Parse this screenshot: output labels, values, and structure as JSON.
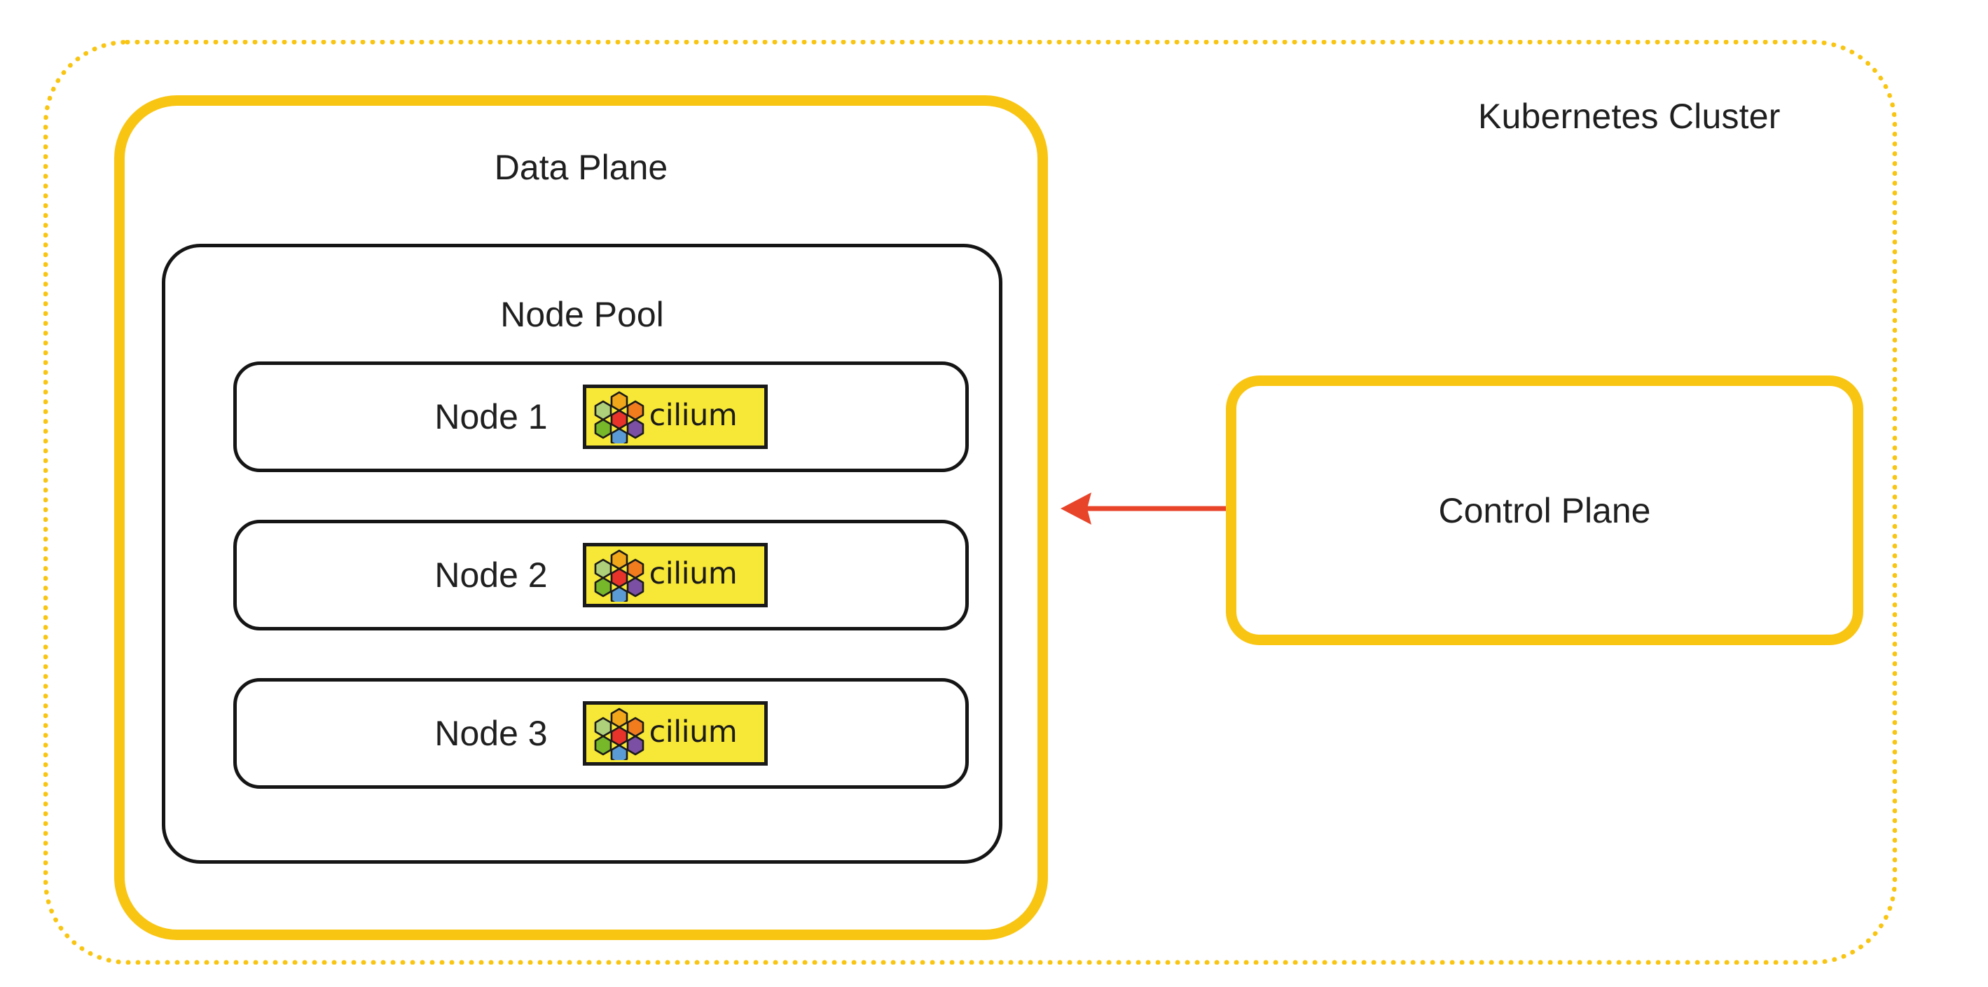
{
  "diagram": {
    "cluster": {
      "label": "Kubernetes Cluster",
      "border_color": "#F9C513",
      "border_style": "dotted"
    },
    "data_plane": {
      "label": "Data Plane",
      "border_color": "#F9C513"
    },
    "node_pool": {
      "label": "Node Pool",
      "border_color": "#151515"
    },
    "nodes": [
      {
        "label": "Node 1",
        "badge": {
          "text": "cilium",
          "background": "#F7E736",
          "border_color": "#1a1a1a",
          "icon": "cilium-hexagon-logo"
        }
      },
      {
        "label": "Node 2",
        "badge": {
          "text": "cilium",
          "background": "#F7E736",
          "border_color": "#1a1a1a",
          "icon": "cilium-hexagon-logo"
        }
      },
      {
        "label": "Node 3",
        "badge": {
          "text": "cilium",
          "background": "#F7E736",
          "border_color": "#1a1a1a",
          "icon": "cilium-hexagon-logo"
        }
      }
    ],
    "control_plane": {
      "label": "Control Plane",
      "border_color": "#F9C513"
    },
    "connector": {
      "from": "Control Plane",
      "to": "Data Plane",
      "direction": "left",
      "color": "#E8442A"
    },
    "palette": {
      "yellow": "#F9C513",
      "logo_yellow": "#F7E736",
      "black": "#151515",
      "text": "#1f1f1f",
      "arrow_red": "#E8442A",
      "hex_amber": "#F2A71B",
      "hex_light_green": "#AFD07A",
      "hex_orange": "#F07C1E",
      "hex_red": "#E8332A",
      "hex_green": "#76B82A",
      "hex_purple": "#7B4FA3",
      "hex_blue": "#5B9BD5"
    }
  }
}
